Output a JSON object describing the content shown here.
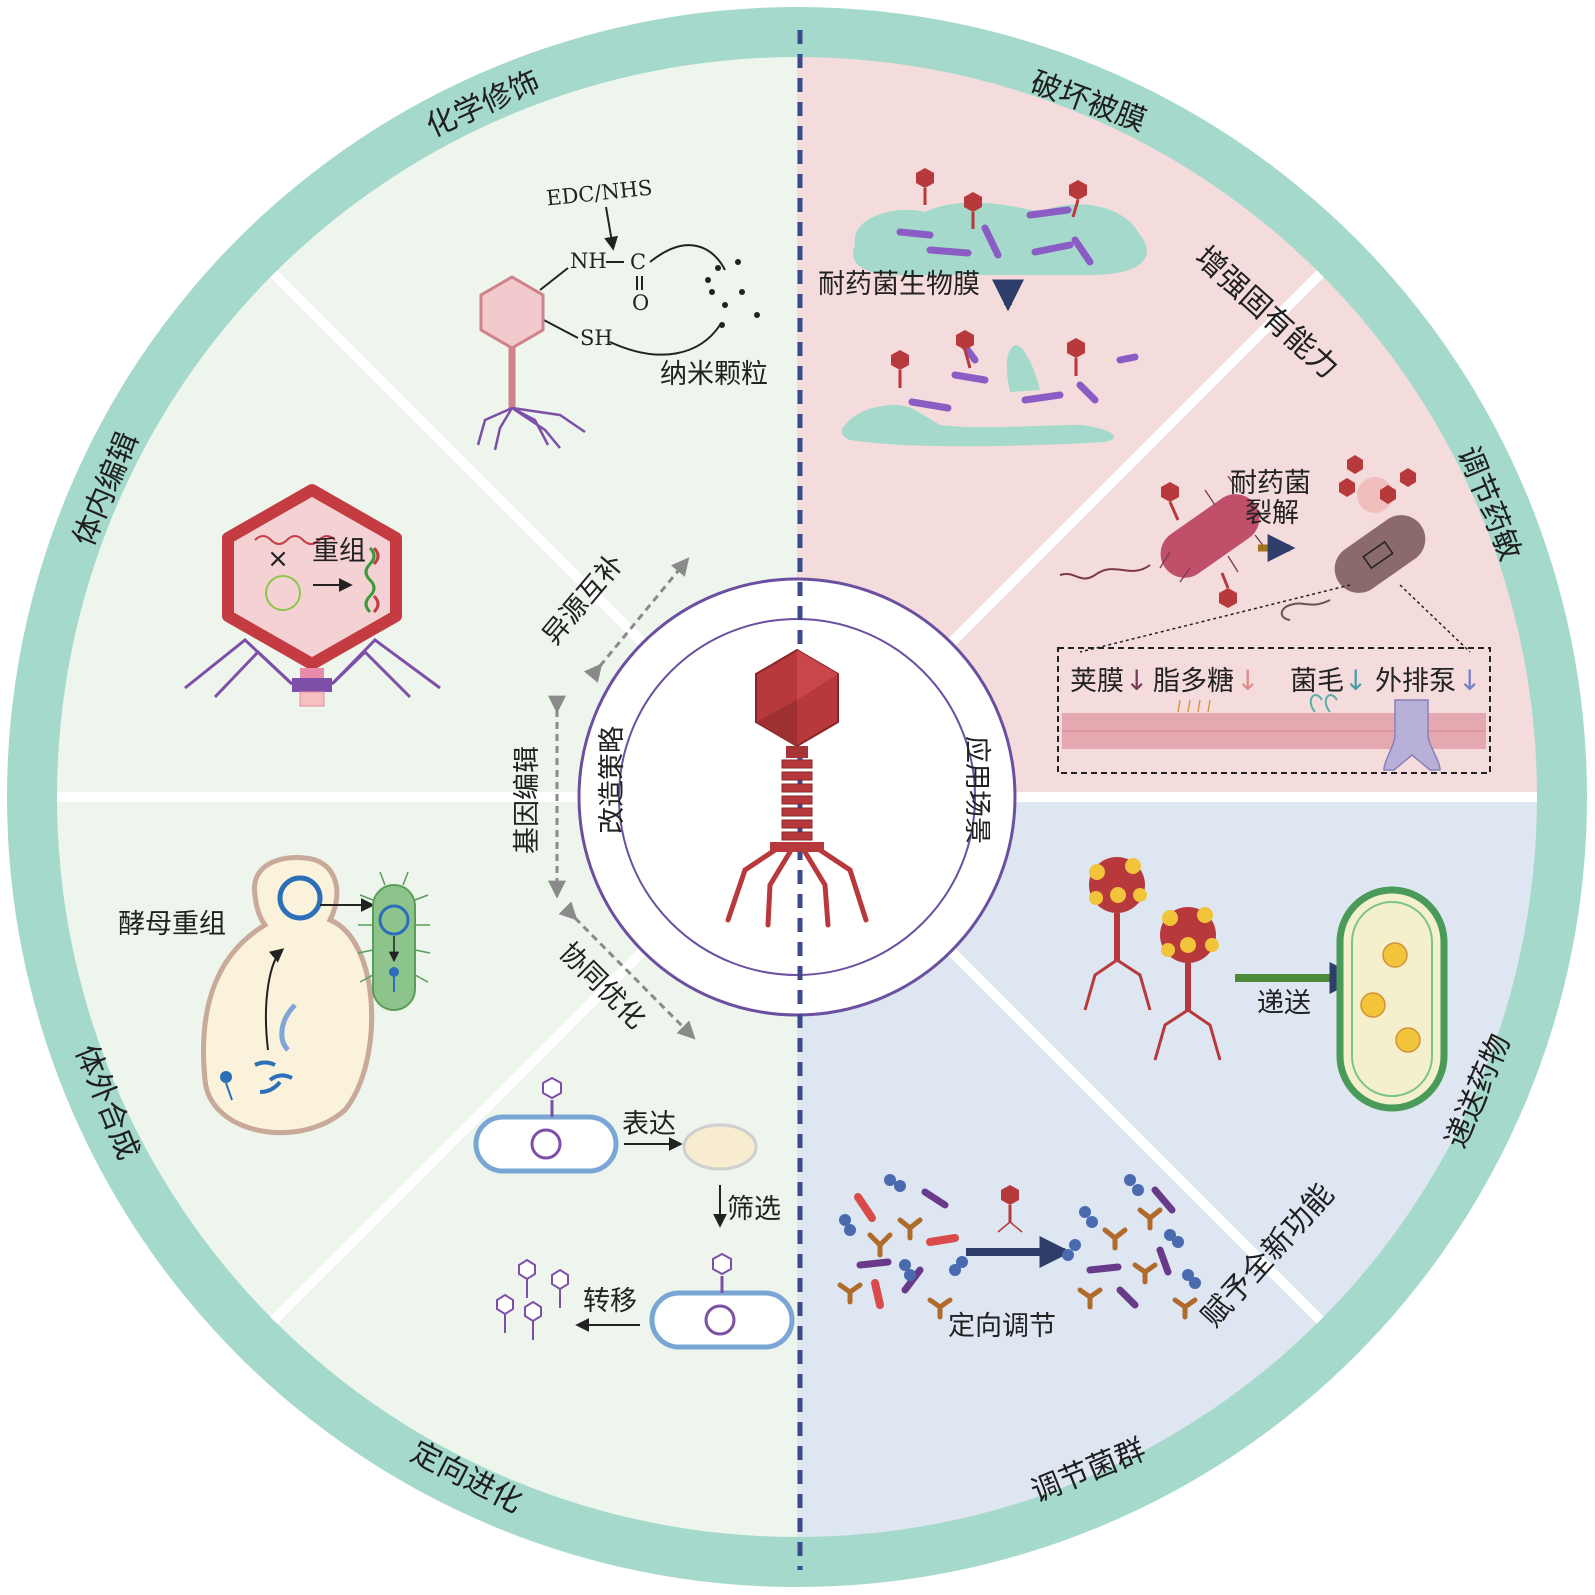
{
  "colors": {
    "ring": "#a5d9cc",
    "left_bg": "#edf5ec",
    "top_right_bg": "#f5dcdc",
    "bottom_right_bg": "#dde6f1",
    "divider": "#3c4a8c",
    "center_ring": "#6b4fa0",
    "phage_red": "#b8393c",
    "purple": "#7d4fa8",
    "teal": "#7fd0bc"
  },
  "center": {
    "left_label": "改造策略",
    "right_label": "应用场景"
  },
  "arrows": {
    "heterologous": "异源互补",
    "gene_editing": "基因编辑",
    "co_optimization": "协同优化"
  },
  "outer_ring": {
    "chemical_modification": "化学修饰",
    "in_vivo_editing": "体内编辑",
    "in_vitro_synthesis": "体外合成",
    "directed_evolution": "定向进化",
    "disrupt_membrane": "破坏被膜",
    "enhance_ability": "增强固有能力",
    "modulate_sensitivity": "调节药敏",
    "deliver_drug": "递送药物",
    "new_function": "赋予全新功能",
    "regulate_flora": "调节菌群"
  },
  "chem": {
    "reagent": "EDC/NHS",
    "nh": "NH",
    "c": "C",
    "o": "O",
    "sh": "SH",
    "nanoparticle": "纳米颗粒"
  },
  "in_vivo": {
    "x_mark": "×",
    "recombine": "重组"
  },
  "in_vitro": {
    "yeast": "酵母重组"
  },
  "evolution": {
    "express": "表达",
    "screen": "筛选",
    "transfer": "转移"
  },
  "biofilm": {
    "label": "耐药菌生物膜"
  },
  "lysis": {
    "label_line1": "耐药菌",
    "label_line2": "裂解"
  },
  "sensitivity": {
    "capsule": "荚膜",
    "lps": "脂多糖",
    "pili": "菌毛",
    "efflux": "外排泵",
    "down_arrow": "↓"
  },
  "delivery": {
    "label": "递送"
  },
  "flora": {
    "label": "定向调节"
  }
}
